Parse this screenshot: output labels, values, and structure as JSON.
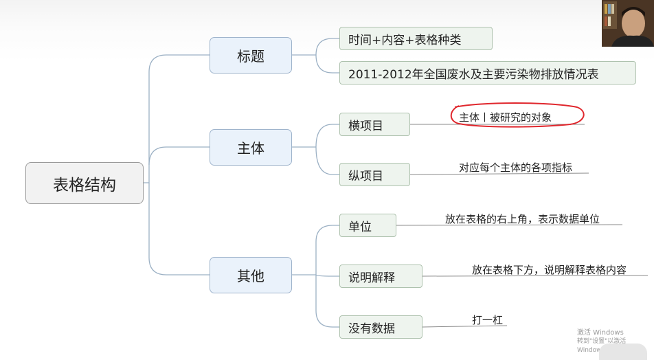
{
  "root": {
    "label": "表格结构"
  },
  "branches": [
    {
      "key": "title",
      "label": "标题",
      "children": [
        {
          "label": "时间+内容+表格种类",
          "note": ""
        },
        {
          "label": "2011-2012年全国废水及主要污染物排放情况表",
          "note": ""
        }
      ]
    },
    {
      "key": "subject",
      "label": "主体",
      "children": [
        {
          "label": "横项目",
          "note": "主体丨被研究的对象"
        },
        {
          "label": "纵项目",
          "note": "对应每个主体的各项指标"
        }
      ]
    },
    {
      "key": "other",
      "label": "其他",
      "children": [
        {
          "label": "单位",
          "note": "放在表格的右上角，表示数据单位"
        },
        {
          "label": "说明解释",
          "note": "放在表格下方，说明解释表格内容"
        },
        {
          "label": "没有数据",
          "note": "打一杠"
        }
      ]
    }
  ],
  "watermark": {
    "line1": "激活 Windows",
    "line2": "转到\"设置\"以激活 Windows。"
  },
  "colors": {
    "connector": "#9bb0c4",
    "l1_fill": "#eaf2fb",
    "l2_fill": "#eef4ee",
    "annotation_circle": "#e0272d"
  }
}
